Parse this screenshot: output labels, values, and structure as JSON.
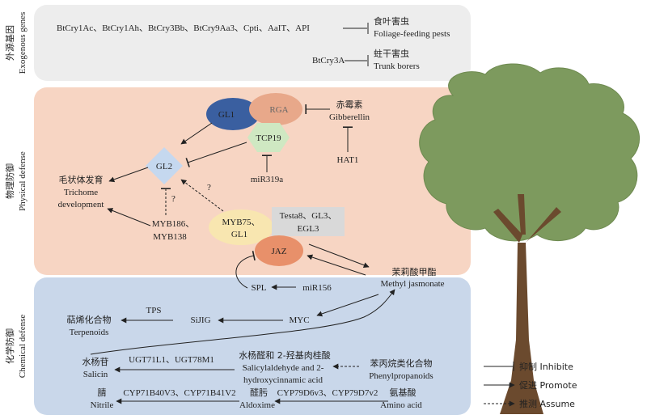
{
  "panels": {
    "exogenous": {
      "label_zh": "外源基因",
      "label_en": "Exogenous genes",
      "fill": "#ededed"
    },
    "physical": {
      "label_zh": "物理防御",
      "label_en": "Physical defense",
      "fill": "#f7d5c3"
    },
    "chemical": {
      "label_zh": "化学防御",
      "label_en": "Chemical defense",
      "fill": "#c9d7ea"
    }
  },
  "exogenous": {
    "genes_foliage": "BtCry1Ac、BtCry1Ah、BtCry3Bb、BtCry9Aa3、Cpti、AaIT、API",
    "foliage_zh": "食叶害虫",
    "foliage_en": "Foliage-feeding pests",
    "genes_trunk": "BtCry3A",
    "trunk_zh": "蛀干害虫",
    "trunk_en": "Trunk borers"
  },
  "physical": {
    "gl1": "GL1",
    "rga": "RGA",
    "tcp19": "TCP19",
    "gl2": "GL2",
    "ga_zh": "赤霉素",
    "ga_en": "Gibberellin",
    "hat1": "HAT1",
    "mir319a": "miR319a",
    "trichome_zh": "毛状体发育",
    "trichome_en1": "Trichome",
    "trichome_en2": "development",
    "myb186_1": "MYB186、",
    "myb186_2": "MYB138",
    "q1": "?",
    "q2": "?",
    "myb75_1": "MYB75、",
    "myb75_2": "GL1",
    "testa_1": "Testa8、GL3、",
    "testa_2": "EGL3",
    "jaz": "JAZ"
  },
  "chemical": {
    "meja_zh": "茉莉酸甲酯",
    "meja_en": "Methyl jasmonate",
    "spl": "SPL",
    "mir156": "miR156",
    "tps": "TPS",
    "terp_zh": "萜烯化合物",
    "terp_en": "Terpenoids",
    "sijig": "SiJIG",
    "myc": "MYC",
    "ugt": "UGT71L1、UGT78M1",
    "sal_acid_zh": "水杨醛和 2-羟基肉桂酸",
    "sal_acid_en1": "Salicylaldehyde and 2-",
    "sal_acid_en2": "hydroxycinnamic acid",
    "salicin_zh": "水杨苷",
    "salicin_en": "Salicin",
    "phenyl_zh": "苯丙烷类化合物",
    "phenyl_en": "Phenylpropanoids",
    "nitrile_zh": "腈",
    "nitrile_en": "Nitrile",
    "cyp71": "CYP71B40V3、CYP71B41V2",
    "aldox_zh": "醛肟",
    "aldox_en": "Aldoxime",
    "cyp79": "CYP79D6v3、CYP79D7v2",
    "amino_zh": "氨基酸",
    "amino_en": "Amino acid"
  },
  "legend": {
    "inhibit": "抑制 Inhibite",
    "promote": "促进 Promote",
    "assume": "推测 Assume"
  },
  "colors": {
    "gl1": "#3a5fa0",
    "rga": "#e8a88a",
    "tcp19": "#cfe8c2",
    "gl2": "#c5d8ef",
    "myb75": "#f8e6b0",
    "testa": "#d9d9d9",
    "jaz": "#e8906a",
    "tree_crown": "#7d9a5e",
    "tree_trunk": "#6b4a2e"
  }
}
